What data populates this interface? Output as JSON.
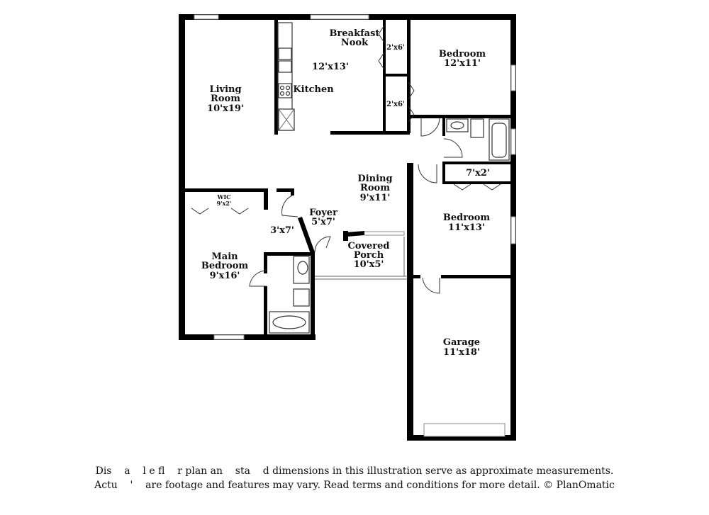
{
  "rooms": {
    "breakfast_nook": {
      "line1": "Breakfast",
      "line2": "Nook"
    },
    "kitchen": {
      "name": "Kitchen",
      "size": "12'x13'"
    },
    "living_room": {
      "line1": "Living",
      "line2": "Room",
      "size": "10'x19'"
    },
    "bedroom_top": {
      "name": "Bedroom",
      "size": "12'x11'"
    },
    "closet_a": {
      "size": "2'x6'"
    },
    "closet_b": {
      "size": "2'x6'"
    },
    "dining_room": {
      "line1": "Dining",
      "line2": "Room",
      "size": "9'x11'"
    },
    "closet_c": {
      "size": "7'x2'"
    },
    "wic": {
      "name": "WIC",
      "size": "9'x2'"
    },
    "foyer": {
      "name": "Foyer",
      "size": "5'x7'"
    },
    "closet_d": {
      "size": "3'x7'"
    },
    "bedroom_mid": {
      "name": "Bedroom",
      "size": "11'x13'"
    },
    "covered_porch": {
      "line1": "Covered",
      "line2": "Porch",
      "size": "10'x5'"
    },
    "main_bedroom": {
      "line1": "Main",
      "line2": "Bedroom",
      "size": "9'x16'"
    },
    "garage": {
      "name": "Garage",
      "size": "11'x18'"
    }
  },
  "disclaimer": {
    "line1": "Dis    a    l e fl    r plan an    sta    d dimensions in this illustration serve as approximate measurements.",
    "line2": "Actu    '    are footage and features may vary. Read terms and conditions for more detail. © PlanOmatic"
  }
}
